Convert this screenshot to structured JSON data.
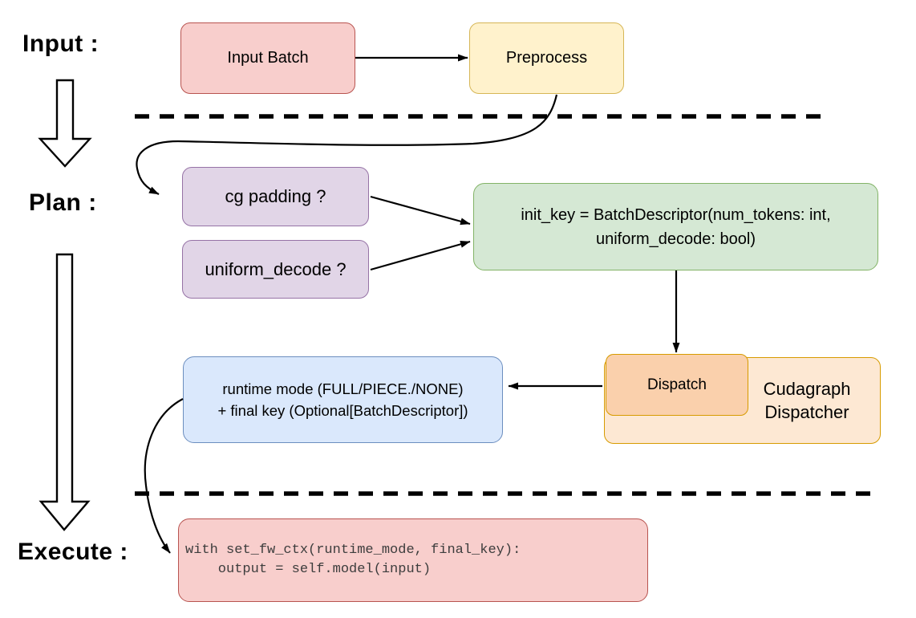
{
  "sections": {
    "input_label": "Input :",
    "plan_label": "Plan :",
    "execute_label": "Execute :"
  },
  "nodes": {
    "input_batch": {
      "label": "Input Batch",
      "fill": "#f8cecc",
      "stroke": "#b85450"
    },
    "preprocess": {
      "label": "Preprocess",
      "fill": "#fff2cc",
      "stroke": "#d6b656"
    },
    "cg_padding": {
      "label": "cg padding ?",
      "fill": "#e1d5e7",
      "stroke": "#9673a6"
    },
    "uniform_decode": {
      "label": "uniform_decode ?",
      "fill": "#e1d5e7",
      "stroke": "#9673a6"
    },
    "init_key": {
      "line1": "init_key = BatchDescriptor(num_tokens: int,",
      "line2": "uniform_decode: bool)",
      "fill": "#d5e8d4",
      "stroke": "#82b366"
    },
    "dispatch": {
      "label": "Dispatch",
      "fill": "#fad0ac",
      "stroke": "#d79b00"
    },
    "cudagraph_dispatcher": {
      "label": "Cudagraph Dispatcher",
      "fill": "#fde8d3",
      "stroke": "#d79b00"
    },
    "runtime_mode": {
      "line1": "runtime mode (FULL/PIECE./NONE)",
      "line2": "+ final key (Optional[BatchDescriptor])",
      "fill": "#dae8fc",
      "stroke": "#6c8ebf"
    },
    "execute_code": {
      "line1": "with set_fw_ctx(runtime_mode, final_key):",
      "line2": "    output = self.model(input)",
      "fill": "#f8cecc",
      "stroke": "#b85450"
    }
  },
  "edges": [
    {
      "from": "input_batch",
      "to": "preprocess",
      "style": "straight-arrow"
    },
    {
      "from": "preprocess",
      "to": "cg_padding",
      "style": "curved-arrow"
    },
    {
      "from": "cg_padding",
      "to": "init_key",
      "style": "straight-arrow"
    },
    {
      "from": "uniform_decode",
      "to": "init_key",
      "style": "straight-arrow"
    },
    {
      "from": "init_key",
      "to": "dispatch",
      "style": "straight-arrow"
    },
    {
      "from": "dispatch",
      "to": "runtime_mode",
      "style": "straight-arrow"
    },
    {
      "from": "runtime_mode",
      "to": "execute_code",
      "style": "curved-arrow"
    },
    {
      "from": "input_label",
      "to": "plan_label",
      "style": "hollow-block-arrow"
    },
    {
      "from": "plan_label",
      "to": "execute_label",
      "style": "hollow-block-arrow"
    }
  ],
  "separators": [
    {
      "name": "input-plan-divider",
      "style": "dashed"
    },
    {
      "name": "plan-execute-divider",
      "style": "dashed"
    }
  ]
}
